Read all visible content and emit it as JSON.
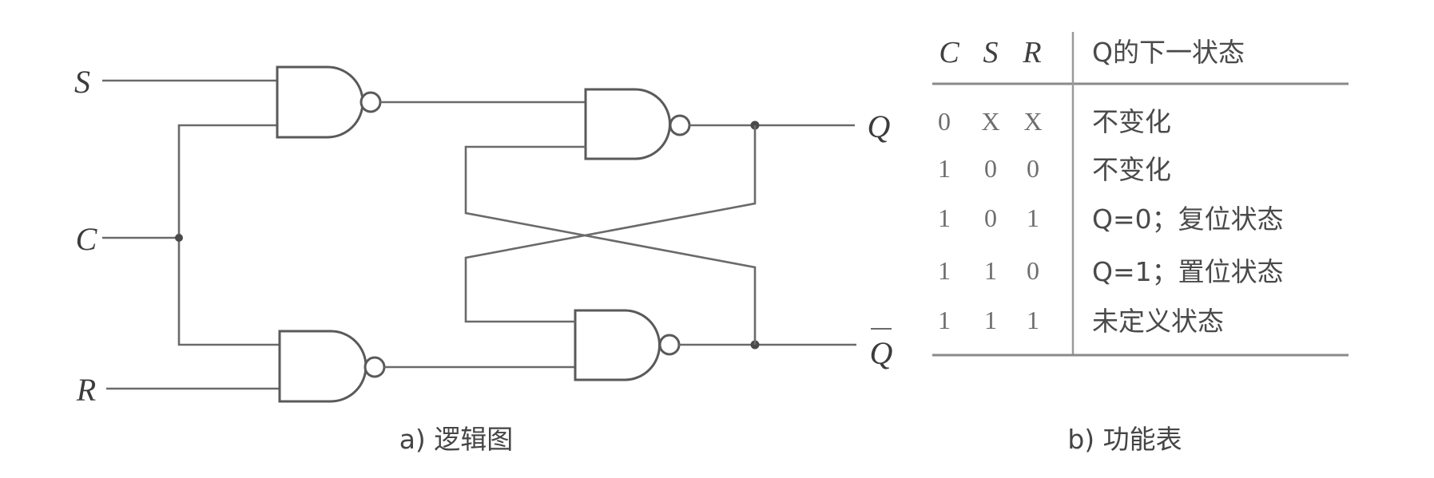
{
  "logic_diagram": {
    "inputs": {
      "s": "S",
      "c": "C",
      "r": "R"
    },
    "outputs": {
      "q": "Q",
      "q_bar": "Q"
    },
    "caption": "a) 逻辑图"
  },
  "function_table": {
    "headers": {
      "c": "C",
      "s": "S",
      "r": "R",
      "next_state": "Q的下一状态"
    },
    "rows": [
      {
        "c": "0",
        "s": "X",
        "r": "X",
        "next": "不变化"
      },
      {
        "c": "1",
        "s": "0",
        "r": "0",
        "next": "不变化"
      },
      {
        "c": "1",
        "s": "0",
        "r": "1",
        "next": "Q=0；复位状态"
      },
      {
        "c": "1",
        "s": "1",
        "r": "0",
        "next": "Q=1；置位状态"
      },
      {
        "c": "1",
        "s": "1",
        "r": "1",
        "next": "未定义状态"
      }
    ],
    "caption": "b) 功能表"
  },
  "colors": {
    "line": "#6a6a6a",
    "text": "#3c3c3c",
    "background": "#ffffff"
  }
}
